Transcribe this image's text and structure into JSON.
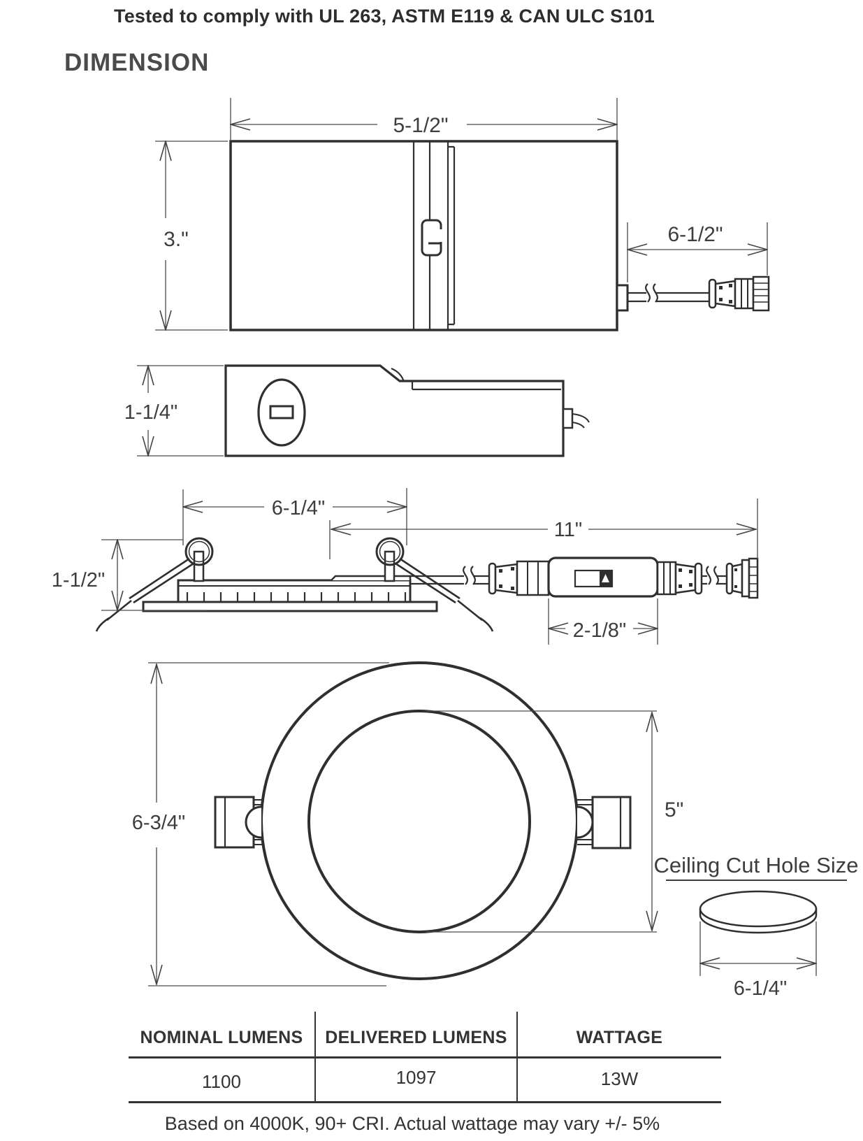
{
  "page": {
    "compliance_note": "Tested to comply with UL 263, ASTM E119 & CAN ULC S101",
    "section_title": "DIMENSION",
    "footer_note": "Based on 4000K, 90+ CRI. Actual wattage may vary +/- 5%"
  },
  "drawings": {
    "front_view": {
      "width_label": "5-1/2\"",
      "height_label": "3.\"",
      "cable_length_label": "6-1/2\""
    },
    "side_profile": {
      "height_label": "1-1/4\""
    },
    "installed_view": {
      "spring_span_label": "6-1/4\"",
      "cable_run_label": "11\"",
      "depth_label": "1-1/2\"",
      "driver_length_label": "2-1/8\""
    },
    "face_view": {
      "outer_diameter_label": "6-3/4\"",
      "inner_diameter_label": "5\""
    },
    "cut_hole": {
      "title": "Ceiling Cut Hole Size",
      "diameter_label": "6-1/4\""
    }
  },
  "spec_table": {
    "columns": [
      "NOMINAL LUMENS",
      "DELIVERED LUMENS",
      "WATTAGE"
    ],
    "values": [
      "1100",
      "1097",
      "13W"
    ]
  }
}
